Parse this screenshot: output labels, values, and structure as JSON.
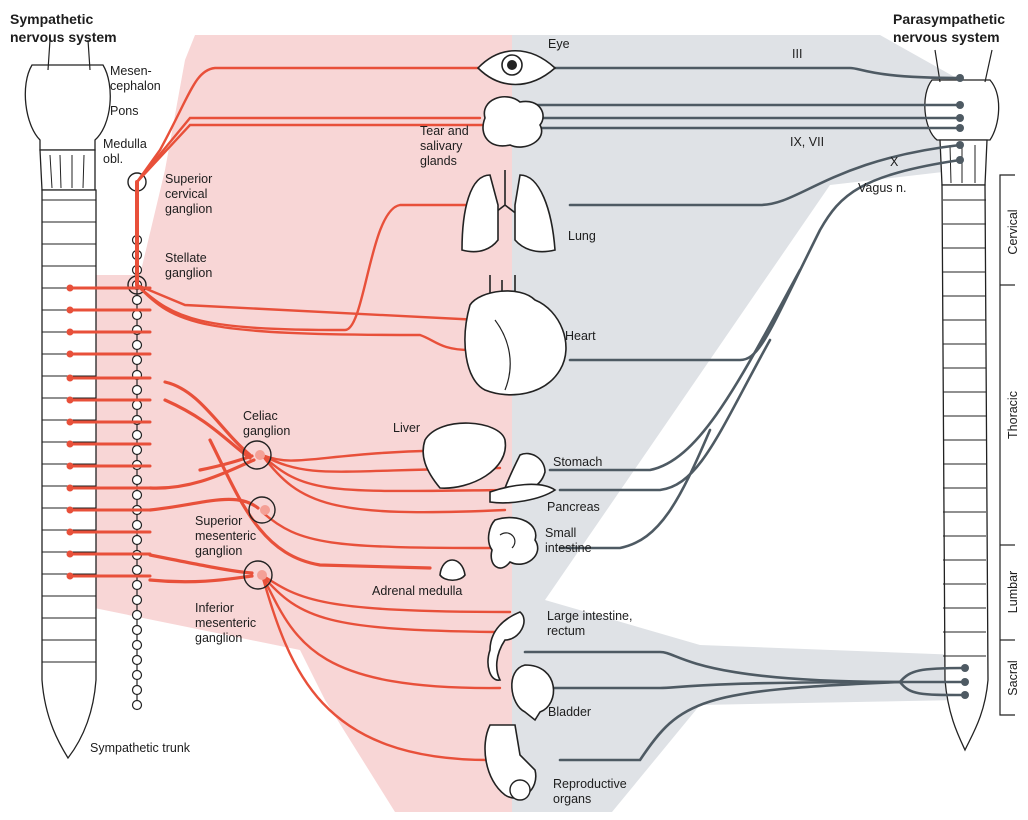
{
  "titles": {
    "sympathetic": [
      "Sympathetic",
      "nervous system"
    ],
    "parasympathetic": [
      "Parasympathetic",
      "nervous system"
    ]
  },
  "brain_labels": {
    "mesencephalon": [
      "Mesen-",
      "cephalon"
    ],
    "pons": "Pons",
    "medulla": [
      "Medulla",
      "obl."
    ]
  },
  "ganglia": {
    "superior_cervical": [
      "Superior",
      "cervical",
      "ganglion"
    ],
    "stellate": [
      "Stellate",
      "ganglion"
    ],
    "celiac": [
      "Celiac",
      "ganglion"
    ],
    "superior_mesenteric": [
      "Superior",
      "mesenteric",
      "ganglion"
    ],
    "inferior_mesenteric": [
      "Inferior",
      "mesenteric",
      "ganglion"
    ]
  },
  "sympathetic_trunk": "Sympathetic trunk",
  "organs": {
    "eye": "Eye",
    "glands": [
      "Tear and",
      "salivary",
      "glands"
    ],
    "lung": "Lung",
    "heart": "Heart",
    "liver": "Liver",
    "stomach": "Stomach",
    "pancreas": "Pancreas",
    "small_intestine": [
      "Small",
      "intestine"
    ],
    "adrenal": "Adrenal medulla",
    "large_intestine": [
      "Large intestine,",
      "rectum"
    ],
    "bladder": "Bladder",
    "reproductive": [
      "Reproductive",
      "organs"
    ]
  },
  "nerves": {
    "cn3": "III",
    "cn9_7": "IX, VII",
    "cn10": "X",
    "vagus": "Vagus n."
  },
  "regions": [
    "Cervical",
    "Thoracic",
    "Lumbar",
    "Sacral"
  ],
  "colors": {
    "sympathetic": "#e8503a",
    "sympathetic_bg": "#f8d6d6",
    "parasympathetic": "#4e5a63",
    "parasympathetic_bg": "#dfe2e6"
  }
}
